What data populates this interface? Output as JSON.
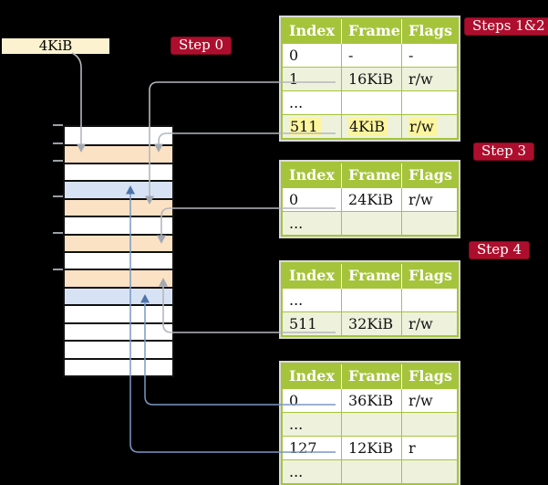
{
  "colors": {
    "background": "#000000",
    "badge_red": "#ae0e2d",
    "table_header_green": "#a5c43c",
    "table_row_green": "#eef2dc",
    "frame_orange": "#fce2c4",
    "frame_blue": "#d7e3f4",
    "label_cream": "#fdf2cf",
    "highlight_yellow": "#fcf59e",
    "arrow_gray": "#b4b7bc",
    "arrow_blue": "#7b97c5"
  },
  "frame_label": {
    "text": "4KiB"
  },
  "step_badges": [
    {
      "id": "step-0",
      "label": "Step 0"
    },
    {
      "id": "steps-1-2",
      "label": "Steps 1&2"
    },
    {
      "id": "step-3",
      "label": "Step 3"
    },
    {
      "id": "step-4",
      "label": "Step 4"
    }
  ],
  "memory_strip": {
    "description": "physical memory frames, top to bottom",
    "rows": [
      "white",
      "orange",
      "white",
      "blue",
      "orange",
      "white",
      "orange",
      "white",
      "orange",
      "blue",
      "white",
      "white",
      "white",
      "white"
    ]
  },
  "tables": [
    {
      "name": "page-table-steps-1-2",
      "headers": [
        "Index",
        "Frame",
        "Flags"
      ],
      "rows": [
        {
          "cells": [
            "0",
            "-",
            "-"
          ],
          "highlight": false
        },
        {
          "cells": [
            "1",
            "16KiB",
            "r/w"
          ],
          "highlight": false
        },
        {
          "cells": [
            "...",
            "",
            ""
          ],
          "highlight": false
        },
        {
          "cells": [
            "511",
            "4KiB",
            "r/w"
          ],
          "highlight": true
        }
      ]
    },
    {
      "name": "page-table-step-3",
      "headers": [
        "Index",
        "Frame",
        "Flags"
      ],
      "rows": [
        {
          "cells": [
            "0",
            "24KiB",
            "r/w"
          ],
          "highlight": false
        },
        {
          "cells": [
            "...",
            "",
            ""
          ],
          "highlight": false
        }
      ]
    },
    {
      "name": "page-table-step-4",
      "headers": [
        "Index",
        "Frame",
        "Flags"
      ],
      "rows": [
        {
          "cells": [
            "...",
            "",
            ""
          ],
          "highlight": false
        },
        {
          "cells": [
            "511",
            "32KiB",
            "r/w"
          ],
          "highlight": false
        }
      ]
    },
    {
      "name": "page-table-final",
      "headers": [
        "Index",
        "Frame",
        "Flags"
      ],
      "rows": [
        {
          "cells": [
            "0",
            "36KiB",
            "r/w"
          ],
          "highlight": false
        },
        {
          "cells": [
            "...",
            "",
            ""
          ],
          "highlight": false
        },
        {
          "cells": [
            "127",
            "12KiB",
            "r"
          ],
          "highlight": false
        },
        {
          "cells": [
            "...",
            "",
            ""
          ],
          "highlight": false
        }
      ]
    }
  ],
  "arrows": [
    {
      "from": "4KiB label",
      "to": "frame row 2 (4KiB)",
      "color": "gray"
    },
    {
      "from": "table1 entry 1 (16KiB)",
      "to": "frame row 5 (16KiB)",
      "color": "gray"
    },
    {
      "from": "table1 entry 511 (4KiB)",
      "to": "frame row 2 (4KiB)",
      "color": "gray"
    },
    {
      "from": "table2 entry 0 (24KiB)",
      "to": "frame row 7 (24KiB)",
      "color": "gray"
    },
    {
      "from": "table3 entry 511 (32KiB)",
      "to": "frame row 9 (32KiB)",
      "color": "gray"
    },
    {
      "from": "table4 entry 0 (36KiB)",
      "to": "frame row 10 (36KiB)",
      "color": "blue"
    },
    {
      "from": "table4 entry 127 (12KiB)",
      "to": "frame row 4 (12KiB)",
      "color": "blue"
    }
  ]
}
